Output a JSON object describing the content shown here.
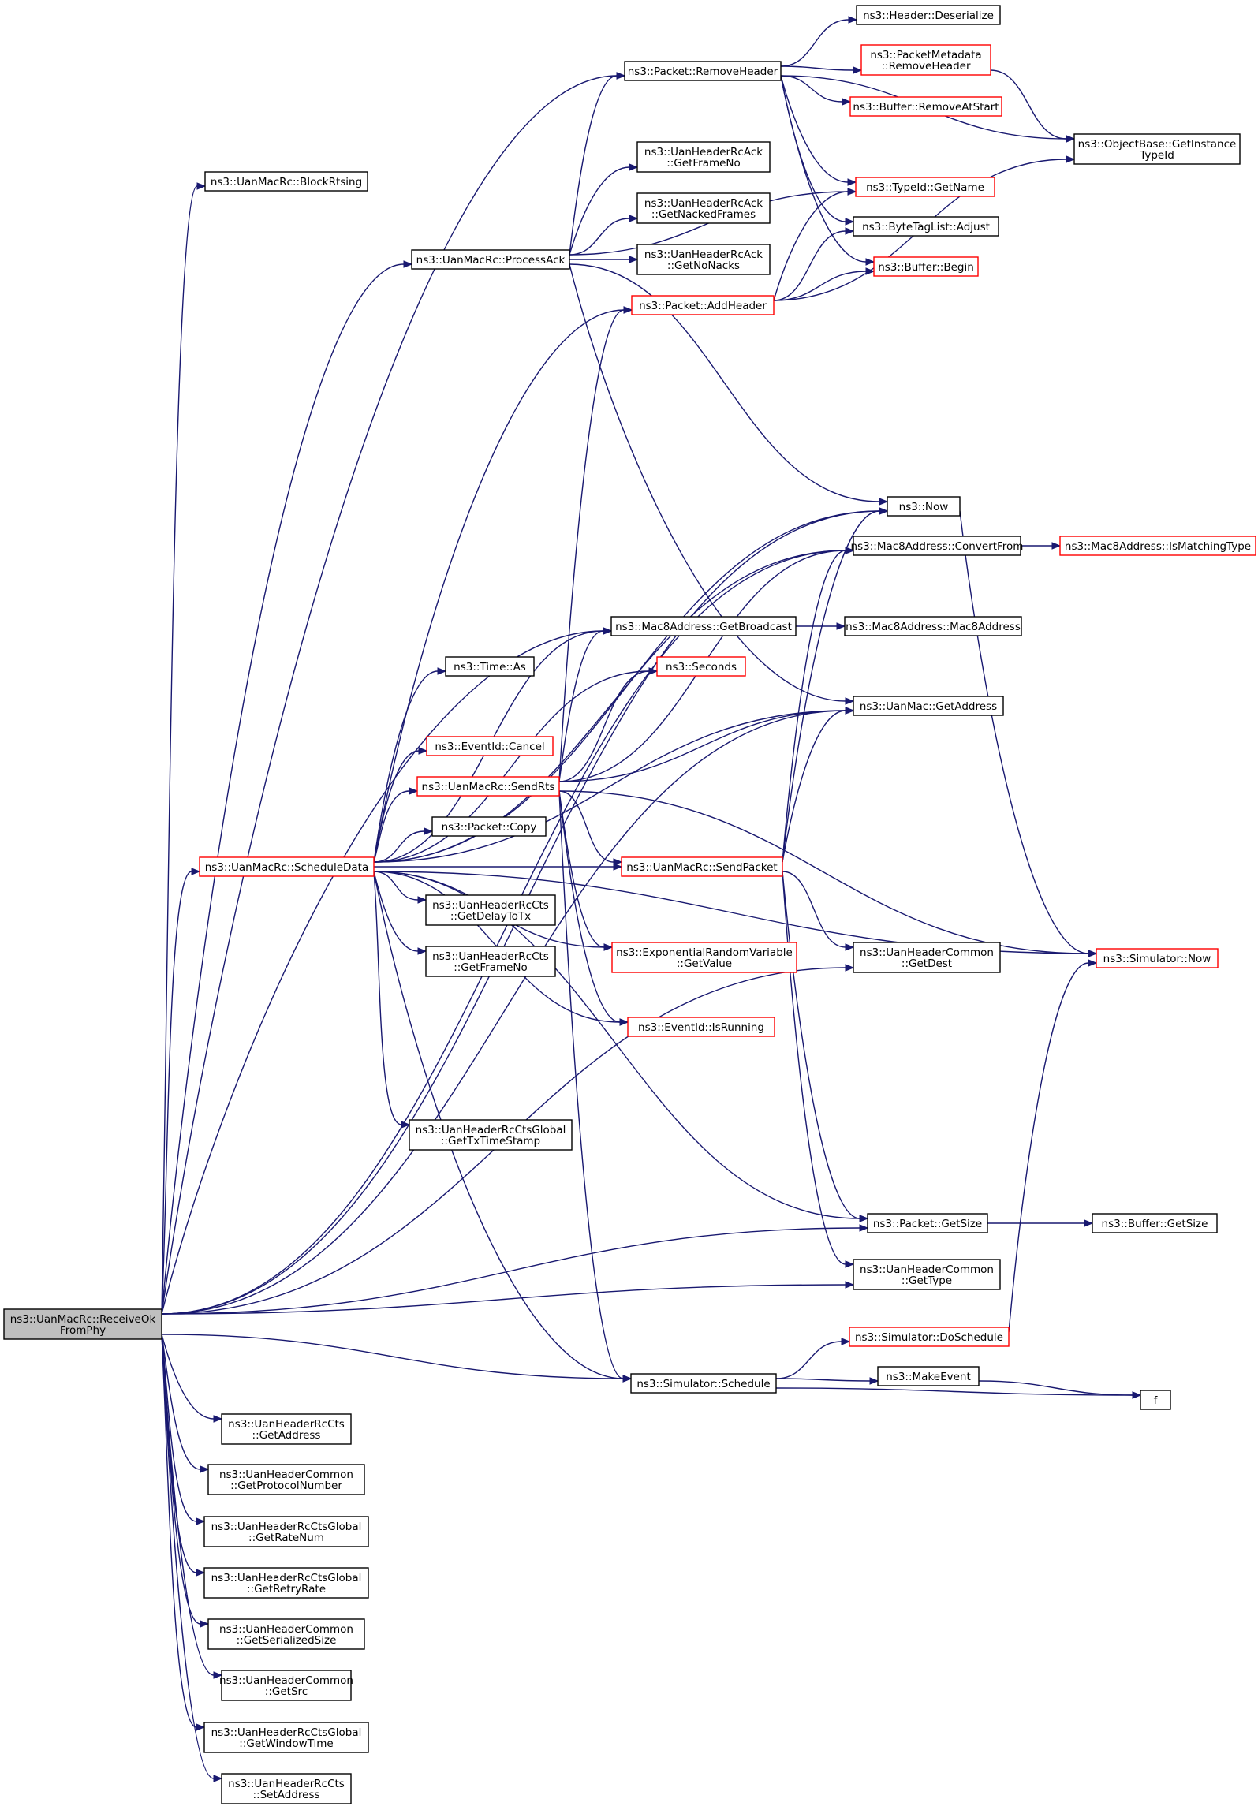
{
  "graph": {
    "colors": {
      "edge": "#191970",
      "node_border": "#000000",
      "truncated_node_border": "#ff0000",
      "root_fill": "#bfbfbf",
      "node_fill": "#ffffff"
    },
    "nodes": [
      {
        "id": "root",
        "label": [
          "ns3::UanMacRc::ReceiveOk",
          "FromPhy"
        ],
        "style": "root"
      },
      {
        "id": "blockRtsing",
        "label": [
          "ns3::UanMacRc::BlockRtsing"
        ],
        "style": "normal"
      },
      {
        "id": "removeHeader",
        "label": [
          "ns3::Packet::RemoveHeader"
        ],
        "style": "normal"
      },
      {
        "id": "headerDeserialize",
        "label": [
          "ns3::Header::Deserialize"
        ],
        "style": "normal"
      },
      {
        "id": "metaRemoveHeader",
        "label": [
          "ns3::PacketMetadata",
          "::RemoveHeader"
        ],
        "style": "truncated"
      },
      {
        "id": "bufferRemoveAtStart",
        "label": [
          "ns3::Buffer::RemoveAtStart"
        ],
        "style": "truncated"
      },
      {
        "id": "getInstanceTypeId",
        "label": [
          "ns3::ObjectBase::GetInstance",
          "TypeId"
        ],
        "style": "normal"
      },
      {
        "id": "ackGetFrameNo",
        "label": [
          "ns3::UanHeaderRcAck",
          "::GetFrameNo"
        ],
        "style": "normal"
      },
      {
        "id": "typeIdGetName",
        "label": [
          "ns3::TypeId::GetName"
        ],
        "style": "truncated"
      },
      {
        "id": "getNackedFrames",
        "label": [
          "ns3::UanHeaderRcAck",
          "::GetNackedFrames"
        ],
        "style": "normal"
      },
      {
        "id": "byteTagAdjust",
        "label": [
          "ns3::ByteTagList::Adjust"
        ],
        "style": "normal"
      },
      {
        "id": "processAck",
        "label": [
          "ns3::UanMacRc::ProcessAck"
        ],
        "style": "normal"
      },
      {
        "id": "getNoNacks",
        "label": [
          "ns3::UanHeaderRcAck",
          "::GetNoNacks"
        ],
        "style": "normal"
      },
      {
        "id": "bufferBegin",
        "label": [
          "ns3::Buffer::Begin"
        ],
        "style": "truncated"
      },
      {
        "id": "addHeader",
        "label": [
          "ns3::Packet::AddHeader"
        ],
        "style": "truncated"
      },
      {
        "id": "now",
        "label": [
          "ns3::Now"
        ],
        "style": "normal"
      },
      {
        "id": "convertFrom",
        "label": [
          "ns3::Mac8Address::ConvertFrom"
        ],
        "style": "normal"
      },
      {
        "id": "isMatchingType",
        "label": [
          "ns3::Mac8Address::IsMatchingType"
        ],
        "style": "truncated"
      },
      {
        "id": "getBroadcast",
        "label": [
          "ns3::Mac8Address::GetBroadcast"
        ],
        "style": "normal"
      },
      {
        "id": "mac8Address",
        "label": [
          "ns3::Mac8Address::Mac8Address"
        ],
        "style": "normal"
      },
      {
        "id": "timeAs",
        "label": [
          "ns3::Time::As"
        ],
        "style": "normal"
      },
      {
        "id": "seconds",
        "label": [
          "ns3::Seconds"
        ],
        "style": "truncated"
      },
      {
        "id": "uanMacGetAddress",
        "label": [
          "ns3::UanMac::GetAddress"
        ],
        "style": "normal"
      },
      {
        "id": "eventCancel",
        "label": [
          "ns3::EventId::Cancel"
        ],
        "style": "truncated"
      },
      {
        "id": "sendRts",
        "label": [
          "ns3::UanMacRc::SendRts"
        ],
        "style": "truncated"
      },
      {
        "id": "packetCopy",
        "label": [
          "ns3::Packet::Copy"
        ],
        "style": "normal"
      },
      {
        "id": "scheduleData",
        "label": [
          "ns3::UanMacRc::ScheduleData"
        ],
        "style": "truncated"
      },
      {
        "id": "sendPacket",
        "label": [
          "ns3::UanMacRc::SendPacket"
        ],
        "style": "truncated"
      },
      {
        "id": "getDelayToTx",
        "label": [
          "ns3::UanHeaderRcCts",
          "::GetDelayToTx"
        ],
        "style": "normal"
      },
      {
        "id": "ctsGetFrameNo",
        "label": [
          "ns3::UanHeaderRcCts",
          "::GetFrameNo"
        ],
        "style": "normal"
      },
      {
        "id": "expGetValue",
        "label": [
          "ns3::ExponentialRandomVariable",
          "::GetValue"
        ],
        "style": "truncated"
      },
      {
        "id": "commonGetDest",
        "label": [
          "ns3::UanHeaderCommon",
          "::GetDest"
        ],
        "style": "normal"
      },
      {
        "id": "simulatorNow",
        "label": [
          "ns3::Simulator::Now"
        ],
        "style": "truncated"
      },
      {
        "id": "eventIsRunning",
        "label": [
          "ns3::EventId::IsRunning"
        ],
        "style": "truncated"
      },
      {
        "id": "getTxTimeStamp",
        "label": [
          "ns3::UanHeaderRcCtsGlobal",
          "::GetTxTimeStamp"
        ],
        "style": "normal"
      },
      {
        "id": "packetGetSize",
        "label": [
          "ns3::Packet::GetSize"
        ],
        "style": "normal"
      },
      {
        "id": "bufferGetSize",
        "label": [
          "ns3::Buffer::GetSize"
        ],
        "style": "normal"
      },
      {
        "id": "commonGetType",
        "label": [
          "ns3::UanHeaderCommon",
          "::GetType"
        ],
        "style": "normal"
      },
      {
        "id": "doSchedule",
        "label": [
          "ns3::Simulator::DoSchedule"
        ],
        "style": "truncated"
      },
      {
        "id": "simSchedule",
        "label": [
          "ns3::Simulator::Schedule"
        ],
        "style": "normal"
      },
      {
        "id": "makeEvent",
        "label": [
          "ns3::MakeEvent"
        ],
        "style": "normal"
      },
      {
        "id": "f",
        "label": [
          "f"
        ],
        "style": "normal"
      },
      {
        "id": "ctsGetAddress",
        "label": [
          "ns3::UanHeaderRcCts",
          "::GetAddress"
        ],
        "style": "normal"
      },
      {
        "id": "getProtocolNumber",
        "label": [
          "ns3::UanHeaderCommon",
          "::GetProtocolNumber"
        ],
        "style": "normal"
      },
      {
        "id": "getRateNum",
        "label": [
          "ns3::UanHeaderRcCtsGlobal",
          "::GetRateNum"
        ],
        "style": "normal"
      },
      {
        "id": "getRetryRate",
        "label": [
          "ns3::UanHeaderRcCtsGlobal",
          "::GetRetryRate"
        ],
        "style": "normal"
      },
      {
        "id": "getSerializedSize",
        "label": [
          "ns3::UanHeaderCommon",
          "::GetSerializedSize"
        ],
        "style": "normal"
      },
      {
        "id": "getSrc",
        "label": [
          "ns3::UanHeaderCommon",
          "::GetSrc"
        ],
        "style": "normal"
      },
      {
        "id": "getWindowTime",
        "label": [
          "ns3::UanHeaderRcCtsGlobal",
          "::GetWindowTime"
        ],
        "style": "normal"
      },
      {
        "id": "setAddress",
        "label": [
          "ns3::UanHeaderRcCts",
          "::SetAddress"
        ],
        "style": "normal"
      }
    ],
    "edges": [
      [
        "root",
        "blockRtsing"
      ],
      [
        "root",
        "removeHeader"
      ],
      [
        "root",
        "processAck"
      ],
      [
        "root",
        "now"
      ],
      [
        "root",
        "convertFrom"
      ],
      [
        "root",
        "getBroadcast"
      ],
      [
        "root",
        "uanMacGetAddress"
      ],
      [
        "root",
        "scheduleData"
      ],
      [
        "root",
        "commonGetDest"
      ],
      [
        "root",
        "packetGetSize"
      ],
      [
        "root",
        "commonGetType"
      ],
      [
        "root",
        "simSchedule"
      ],
      [
        "root",
        "ctsGetAddress"
      ],
      [
        "root",
        "getProtocolNumber"
      ],
      [
        "root",
        "getRateNum"
      ],
      [
        "root",
        "getRetryRate"
      ],
      [
        "root",
        "getSerializedSize"
      ],
      [
        "root",
        "getSrc"
      ],
      [
        "root",
        "getWindowTime"
      ],
      [
        "root",
        "setAddress"
      ],
      [
        "removeHeader",
        "headerDeserialize"
      ],
      [
        "removeHeader",
        "metaRemoveHeader"
      ],
      [
        "removeHeader",
        "bufferRemoveAtStart"
      ],
      [
        "removeHeader",
        "getInstanceTypeId"
      ],
      [
        "removeHeader",
        "typeIdGetName"
      ],
      [
        "removeHeader",
        "byteTagAdjust"
      ],
      [
        "removeHeader",
        "bufferBegin"
      ],
      [
        "metaRemoveHeader",
        "getInstanceTypeId"
      ],
      [
        "processAck",
        "removeHeader"
      ],
      [
        "processAck",
        "ackGetFrameNo"
      ],
      [
        "processAck",
        "getNackedFrames"
      ],
      [
        "processAck",
        "getNoNacks"
      ],
      [
        "processAck",
        "typeIdGetName"
      ],
      [
        "processAck",
        "now"
      ],
      [
        "processAck",
        "uanMacGetAddress"
      ],
      [
        "addHeader",
        "typeIdGetName"
      ],
      [
        "addHeader",
        "byteTagAdjust"
      ],
      [
        "addHeader",
        "bufferBegin"
      ],
      [
        "addHeader",
        "getInstanceTypeId"
      ],
      [
        "now",
        "simulatorNow"
      ],
      [
        "convertFrom",
        "isMatchingType"
      ],
      [
        "getBroadcast",
        "mac8Address"
      ],
      [
        "scheduleData",
        "addHeader"
      ],
      [
        "scheduleData",
        "now"
      ],
      [
        "scheduleData",
        "convertFrom"
      ],
      [
        "scheduleData",
        "getBroadcast"
      ],
      [
        "scheduleData",
        "seconds"
      ],
      [
        "scheduleData",
        "timeAs"
      ],
      [
        "scheduleData",
        "uanMacGetAddress"
      ],
      [
        "scheduleData",
        "eventCancel"
      ],
      [
        "scheduleData",
        "sendRts"
      ],
      [
        "scheduleData",
        "packetCopy"
      ],
      [
        "scheduleData",
        "sendPacket"
      ],
      [
        "scheduleData",
        "getDelayToTx"
      ],
      [
        "scheduleData",
        "ctsGetFrameNo"
      ],
      [
        "scheduleData",
        "expGetValue"
      ],
      [
        "scheduleData",
        "eventIsRunning"
      ],
      [
        "scheduleData",
        "simulatorNow"
      ],
      [
        "scheduleData",
        "getTxTimeStamp"
      ],
      [
        "scheduleData",
        "packetGetSize"
      ],
      [
        "scheduleData",
        "simSchedule"
      ],
      [
        "sendRts",
        "addHeader"
      ],
      [
        "sendRts",
        "getBroadcast"
      ],
      [
        "sendRts",
        "seconds"
      ],
      [
        "sendRts",
        "convertFrom"
      ],
      [
        "sendRts",
        "uanMacGetAddress"
      ],
      [
        "sendRts",
        "sendPacket"
      ],
      [
        "sendRts",
        "expGetValue"
      ],
      [
        "sendRts",
        "eventIsRunning"
      ],
      [
        "sendRts",
        "simulatorNow"
      ],
      [
        "sendRts",
        "simSchedule"
      ],
      [
        "sendPacket",
        "now"
      ],
      [
        "sendPacket",
        "convertFrom"
      ],
      [
        "sendPacket",
        "uanMacGetAddress"
      ],
      [
        "sendPacket",
        "commonGetDest"
      ],
      [
        "sendPacket",
        "packetGetSize"
      ],
      [
        "sendPacket",
        "commonGetType"
      ],
      [
        "packetGetSize",
        "bufferGetSize"
      ],
      [
        "doSchedule",
        "simulatorNow"
      ],
      [
        "simSchedule",
        "doSchedule"
      ],
      [
        "simSchedule",
        "makeEvent"
      ],
      [
        "simSchedule",
        "f"
      ],
      [
        "makeEvent",
        "f"
      ]
    ]
  }
}
